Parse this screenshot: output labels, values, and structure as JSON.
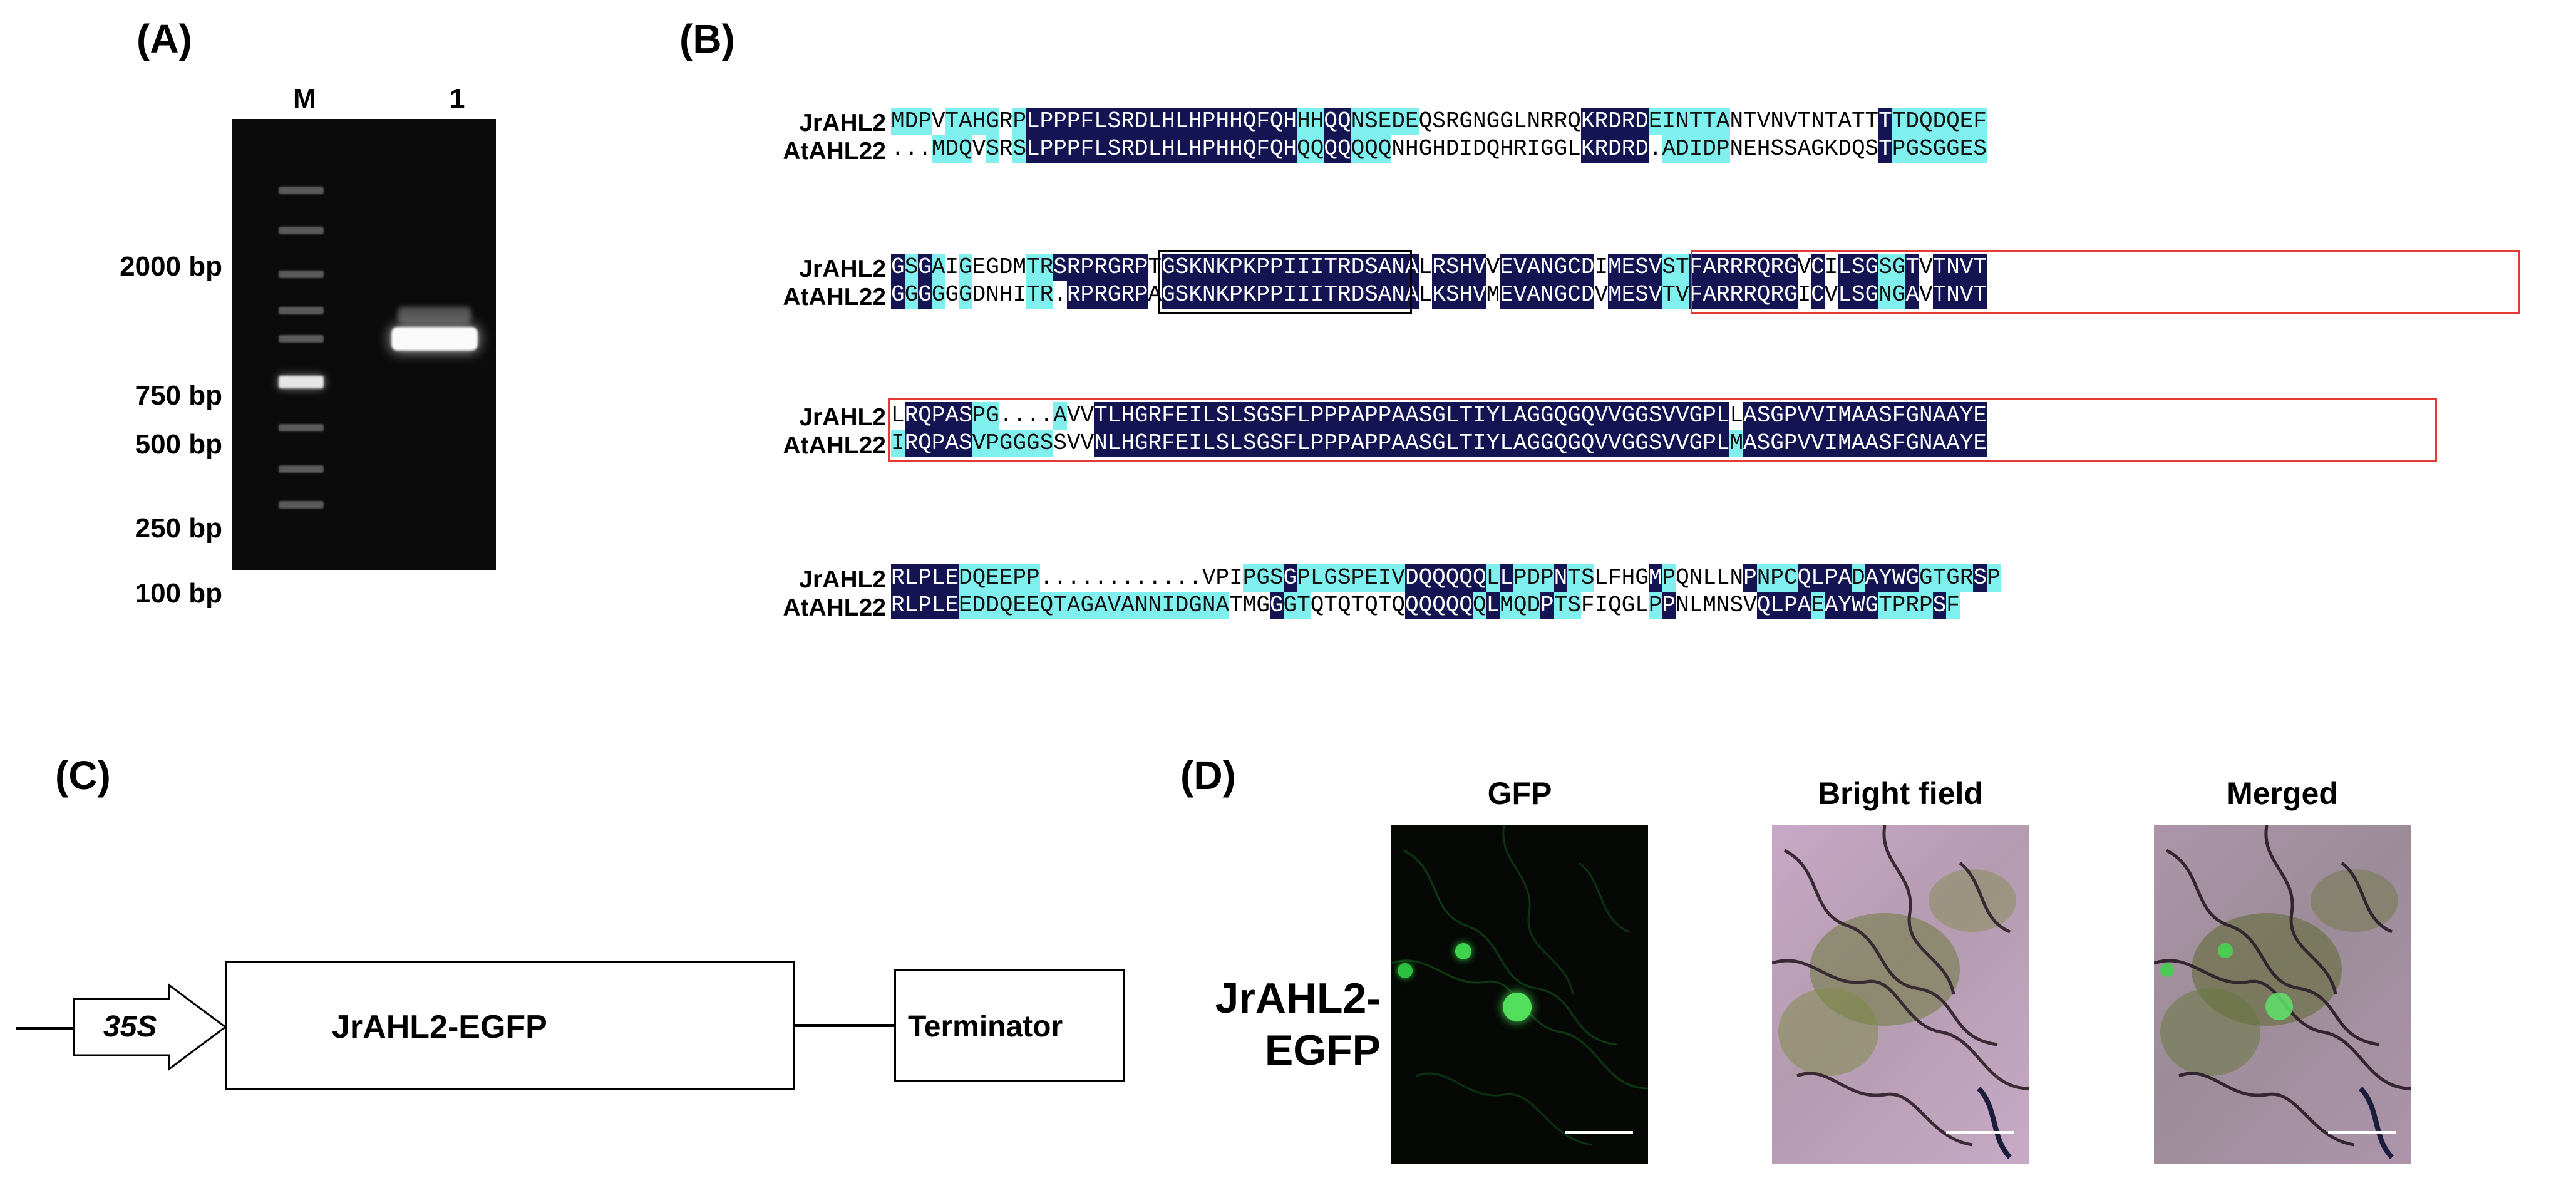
{
  "panels": {
    "a": {
      "label": "(A)"
    },
    "b": {
      "label": "(B)"
    },
    "c": {
      "label": "(C)"
    },
    "d": {
      "label": "(D)"
    }
  },
  "gel": {
    "lane_marker": "M",
    "lane_sample": "1",
    "ladder_labels": [
      "2000 bp",
      "750 bp",
      "500 bp",
      "250 bp",
      "100 bp"
    ]
  },
  "alignment": {
    "names": [
      "JrAHL2",
      "AtAHL22"
    ],
    "blocks": [
      {
        "seq1": [
          [
            "l",
            "MDP"
          ],
          [
            "n",
            "V"
          ],
          [
            "l",
            "TAHG"
          ],
          [
            "n",
            "R"
          ],
          [
            "l",
            "P"
          ],
          [
            "d",
            "LPPPFLSRDLHLHPHHQFQH"
          ],
          [
            "l",
            "HH"
          ],
          [
            "d",
            "QQ"
          ],
          [
            "l",
            "NSEDE"
          ],
          [
            "n",
            "QSRGNGGLNRRQ"
          ],
          [
            "d",
            "KRDRD"
          ],
          [
            "l",
            "EINTTA"
          ],
          [
            "n",
            "NTVNVTNTATT"
          ],
          [
            "d",
            "T"
          ],
          [
            "l",
            "TDQDQEF"
          ]
        ],
        "seq2": [
          [
            "n",
            "..."
          ],
          [
            "l",
            "MDQ"
          ],
          [
            "n",
            "V"
          ],
          [
            "l",
            "S"
          ],
          [
            "n",
            "R"
          ],
          [
            "l",
            "S"
          ],
          [
            "d",
            "LPPPFLSRDLHLHPHHQFQH"
          ],
          [
            "l",
            "QQ"
          ],
          [
            "d",
            "QQ"
          ],
          [
            "l",
            "QQQ"
          ],
          [
            "n",
            "NHGHDIDQHRIGGL"
          ],
          [
            "d",
            "KRDRD"
          ],
          [
            "n",
            "."
          ],
          [
            "l",
            "ADIDP"
          ],
          [
            "n",
            "NEHSSAGKDQS"
          ],
          [
            "d",
            "T"
          ],
          [
            "l",
            "PGSGGES"
          ]
        ]
      },
      {
        "seq1": [
          [
            "d",
            "G"
          ],
          [
            "l",
            "S"
          ],
          [
            "d",
            "G"
          ],
          [
            "l",
            "A"
          ],
          [
            "n",
            "I"
          ],
          [
            "l",
            "G"
          ],
          [
            "n",
            "EGDM"
          ],
          [
            "l",
            "TR"
          ],
          [
            "d",
            "S"
          ],
          [
            "d",
            "RPRGRP"
          ],
          [
            "n",
            "T"
          ],
          [
            "d",
            "GSKNKPKPPIIITRDSANA"
          ],
          [
            "n",
            "L"
          ],
          [
            "d",
            "RSHV"
          ],
          [
            "n",
            "V"
          ],
          [
            "d",
            "EVANGCD"
          ],
          [
            "n",
            "I"
          ],
          [
            "d",
            "MESV"
          ],
          [
            "l",
            "ST"
          ],
          [
            "d",
            "FARRRQRG"
          ],
          [
            "n",
            "V"
          ],
          [
            "d",
            "C"
          ],
          [
            "n",
            "I"
          ],
          [
            "d",
            "LSG"
          ],
          [
            "l",
            "SG"
          ],
          [
            "d",
            "T"
          ],
          [
            "n",
            "V"
          ],
          [
            "d",
            "TNVT"
          ]
        ],
        "seq2": [
          [
            "d",
            "G"
          ],
          [
            "l",
            "G"
          ],
          [
            "d",
            "G"
          ],
          [
            "l",
            "G"
          ],
          [
            "n",
            "G"
          ],
          [
            "l",
            "G"
          ],
          [
            "n",
            "DNHI"
          ],
          [
            "l",
            "TR"
          ],
          [
            "n",
            "."
          ],
          [
            "d",
            "RPRGRP"
          ],
          [
            "n",
            "A"
          ],
          [
            "d",
            "GSKNKPKPPIIITRDSANA"
          ],
          [
            "n",
            "L"
          ],
          [
            "d",
            "KSHV"
          ],
          [
            "n",
            "M"
          ],
          [
            "d",
            "EVANGCD"
          ],
          [
            "n",
            "V"
          ],
          [
            "d",
            "MESV"
          ],
          [
            "l",
            "TV"
          ],
          [
            "d",
            "FARRRQRG"
          ],
          [
            "n",
            "I"
          ],
          [
            "d",
            "C"
          ],
          [
            "n",
            "V"
          ],
          [
            "d",
            "LSG"
          ],
          [
            "l",
            "NG"
          ],
          [
            "d",
            "A"
          ],
          [
            "n",
            "V"
          ],
          [
            "d",
            "TNVT"
          ]
        ]
      },
      {
        "seq1": [
          [
            "n",
            "L"
          ],
          [
            "d",
            "RQPAS"
          ],
          [
            "l",
            "PG"
          ],
          [
            "n",
            "...."
          ],
          [
            "l",
            "A"
          ],
          [
            "n",
            "VV"
          ],
          [
            "d",
            "T"
          ],
          [
            "d",
            "LHGRFEILSLSGSFLPPPAPPAASGLTIYLAGGQGQVVGGSVVGPL"
          ],
          [
            "n",
            "L"
          ],
          [
            "d",
            "ASGPVVIMAASF"
          ],
          [
            "d",
            "GNAAYE"
          ]
        ],
        "seq2": [
          [
            "l",
            "I"
          ],
          [
            "d",
            "RQPAS"
          ],
          [
            "l",
            "VPGGGS"
          ],
          [
            "n",
            "SVV"
          ],
          [
            "d",
            "N"
          ],
          [
            "d",
            "LHGRFEILSLSGSFLPPPAPPAASGLTIYLAGGQGQVVGGSVVGPL"
          ],
          [
            "l",
            "M"
          ],
          [
            "d",
            "ASGPVVIMAASF"
          ],
          [
            "d",
            "GNAAYE"
          ]
        ]
      },
      {
        "seq1": [
          [
            "d",
            "RLPLE"
          ],
          [
            "l",
            "DQEEPP"
          ],
          [
            "n",
            "............"
          ],
          [
            "n",
            "VPI"
          ],
          [
            "l",
            "PGS"
          ],
          [
            "d",
            "G"
          ],
          [
            "l",
            "PLGSPEIV"
          ],
          [
            "d",
            "D"
          ],
          [
            "d",
            "QQQQQ"
          ],
          [
            "l",
            "L"
          ],
          [
            "d",
            "L"
          ],
          [
            "l",
            "PDP"
          ],
          [
            "d",
            "N"
          ],
          [
            "l",
            "TS"
          ],
          [
            "n",
            "LFHG"
          ],
          [
            "d",
            "M"
          ],
          [
            "l",
            "P"
          ],
          [
            "n",
            "QNLLN"
          ],
          [
            "d",
            "P"
          ],
          [
            "l",
            "NPC"
          ],
          [
            "d",
            "QLPA"
          ],
          [
            "l",
            "D"
          ],
          [
            "d",
            "AYWG"
          ],
          [
            "l",
            "GTGR"
          ],
          [
            "d",
            "S"
          ],
          [
            "l",
            "P"
          ]
        ],
        "seq2": [
          [
            "d",
            "RLPLE"
          ],
          [
            "l",
            "EDDQEEQTAGAVANNIDGNA"
          ],
          [
            "n",
            "TMG"
          ],
          [
            "d",
            "G"
          ],
          [
            "l",
            "GT"
          ],
          [
            "n",
            "QTQTQTQ"
          ],
          [
            "d",
            "QQQQQ"
          ],
          [
            "l",
            "Q"
          ],
          [
            "d",
            "L"
          ],
          [
            "l",
            "MQD"
          ],
          [
            "d",
            "P"
          ],
          [
            "l",
            "TS"
          ],
          [
            "n",
            "FIQGL"
          ],
          [
            "l",
            "P"
          ],
          [
            "d",
            "P"
          ],
          [
            "n",
            "NLMNSV"
          ],
          [
            "d",
            "QLPA"
          ],
          [
            "l",
            "E"
          ],
          [
            "d",
            "AYWG"
          ],
          [
            "l",
            "TPRP"
          ],
          [
            "d",
            "S"
          ],
          [
            "l",
            "F"
          ]
        ]
      }
    ]
  },
  "construct": {
    "promoter": "35S",
    "gene": "JrAHL2-EGFP",
    "terminator": "Terminator"
  },
  "micrographs": {
    "row_label_line1": "JrAHL2-",
    "row_label_line2": "EGFP",
    "titles": [
      "GFP",
      "Bright field",
      "Merged"
    ],
    "colors": {
      "gfp": "#0a5a14",
      "bright": "#c4a5c2",
      "merged": "#a68fa3"
    }
  }
}
